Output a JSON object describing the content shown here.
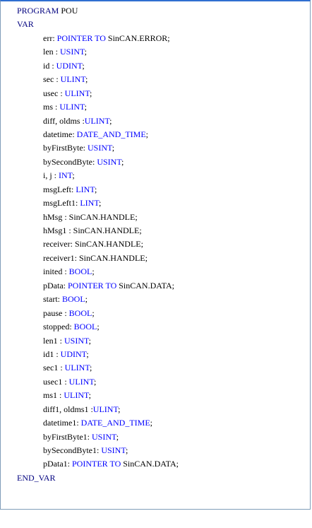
{
  "editor": {
    "program_keyword": "PROGRAM",
    "program_name": " POU",
    "var_keyword": "VAR",
    "end_var_keyword": "END_VAR",
    "declarations": [
      {
        "pre": "err: ",
        "type": "POINTER TO",
        "post": " SinCAN.ERROR;"
      },
      {
        "pre": "len : ",
        "type": "USINT",
        "post": ";"
      },
      {
        "pre": "id : ",
        "type": "UDINT",
        "post": ";"
      },
      {
        "pre": "sec : ",
        "type": "ULINT",
        "post": ";"
      },
      {
        "pre": "usec : ",
        "type": "ULINT",
        "post": ";"
      },
      {
        "pre": "ms : ",
        "type": "ULINT",
        "post": ";"
      },
      {
        "pre": "diff, oldms :",
        "type": "ULINT",
        "post": ";"
      },
      {
        "pre": "datetime: ",
        "type": "DATE_AND_TIME",
        "post": ";"
      },
      {
        "pre": "byFirstByte: ",
        "type": "USINT",
        "post": ";"
      },
      {
        "pre": "bySecondByte: ",
        "type": "USINT",
        "post": ";"
      },
      {
        "pre": "i, j : ",
        "type": "INT",
        "post": ";"
      },
      {
        "pre": "msgLeft: ",
        "type": "LINT",
        "post": ";"
      },
      {
        "pre": "msgLeft1: ",
        "type": "LINT",
        "post": ";"
      },
      {
        "pre": "hMsg : SinCAN.HANDLE;",
        "type": "",
        "post": ""
      },
      {
        "pre": "hMsg1 : SinCAN.HANDLE;",
        "type": "",
        "post": ""
      },
      {
        "pre": "receiver: SinCAN.HANDLE;",
        "type": "",
        "post": ""
      },
      {
        "pre": "receiver1: SinCAN.HANDLE;",
        "type": "",
        "post": ""
      },
      {
        "pre": "inited : ",
        "type": "BOOL",
        "post": ";"
      },
      {
        "pre": "pData: ",
        "type": "POINTER TO",
        "post": " SinCAN.DATA;"
      },
      {
        "pre": "start: ",
        "type": "BOOL",
        "post": ";"
      },
      {
        "pre": "pause : ",
        "type": "BOOL",
        "post": ";"
      },
      {
        "pre": "stopped: ",
        "type": "BOOL",
        "post": ";"
      },
      {
        "pre": "len1 : ",
        "type": "USINT",
        "post": ";"
      },
      {
        "pre": "id1 : ",
        "type": "UDINT",
        "post": ";"
      },
      {
        "pre": "sec1 : ",
        "type": "ULINT",
        "post": ";"
      },
      {
        "pre": "usec1 : ",
        "type": "ULINT",
        "post": ";"
      },
      {
        "pre": "ms1 : ",
        "type": "ULINT",
        "post": ";"
      },
      {
        "pre": "diff1, oldms1 :",
        "type": "ULINT",
        "post": ";"
      },
      {
        "pre": "datetime1: ",
        "type": "DATE_AND_TIME",
        "post": ";"
      },
      {
        "pre": "byFirstByte1: ",
        "type": "USINT",
        "post": ";"
      },
      {
        "pre": "bySecondByte1: ",
        "type": "USINT",
        "post": ";"
      },
      {
        "pre": "pData1: ",
        "type": "POINTER TO",
        "post": " SinCAN.DATA;"
      }
    ]
  }
}
